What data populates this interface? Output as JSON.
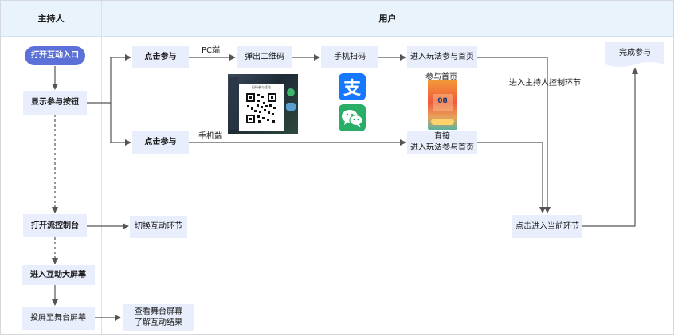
{
  "lanes": {
    "host": "主持人",
    "user": "用户"
  },
  "nodes": {
    "open_entry": "打开互动入口",
    "show_button": "显示参与按钮",
    "open_console": "打开流控制台",
    "enter_screen": "进入互动大屏幕",
    "cast_screen": "投屏至舞台屏幕",
    "click_join_pc": "点击参与",
    "click_join_mobile": "点击参与",
    "popup_qr": "弹出二维码",
    "phone_scan": "手机扫码",
    "enter_home_pc": "进入玩法参与首页",
    "enter_home_direct_line1": "直接",
    "enter_home_direct_line2": "进入玩法参与首页",
    "switch_stage": "切换互动环节",
    "view_screen_line1": "查看舞台屏幕",
    "view_screen_line2": "了解互动结果",
    "enter_current": "点击进入当前环节",
    "complete": "完成参与"
  },
  "edge_labels": {
    "pc": "PC端",
    "mobile": "手机端",
    "host_control": "进入主持人控制环节",
    "home_page": "参与首页"
  },
  "thumbnails": {
    "qr_title": "扫码参与活动",
    "alipay_glyph": "支",
    "phone_digits": "08"
  },
  "colors": {
    "lane_header_bg": "#e8f3fb",
    "node_bg": "#e9eefc",
    "start_node_bg": "#5b71d8",
    "alipay_blue": "#1677ff",
    "wechat_green": "#2aae67",
    "edge": "#555555"
  }
}
